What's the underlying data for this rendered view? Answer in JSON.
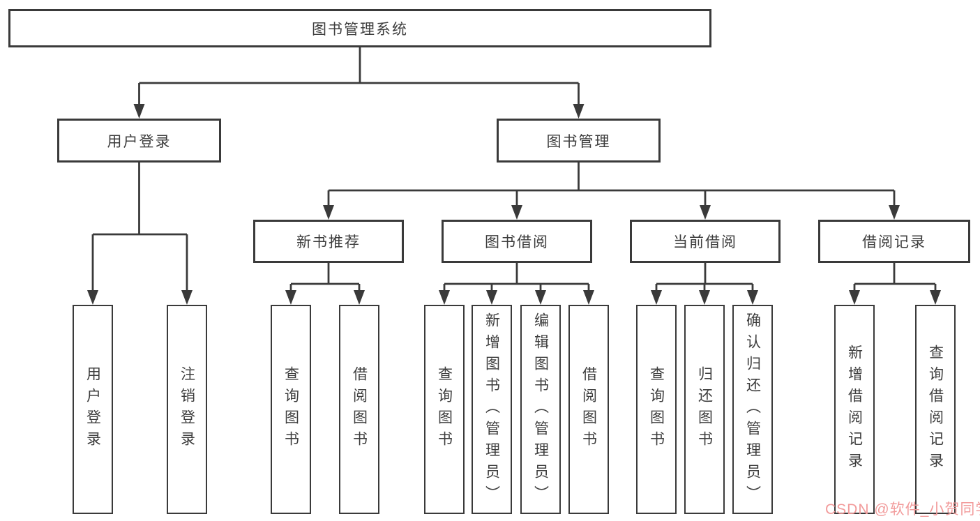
{
  "diagram": {
    "title": "图书管理系统",
    "nodes": [
      {
        "id": "root",
        "label": "图书管理系统",
        "level": 1,
        "parent": null
      },
      {
        "id": "user-login",
        "label": "用户登录",
        "level": 2,
        "parent": "root"
      },
      {
        "id": "book-mgmt",
        "label": "图书管理",
        "level": 2,
        "parent": "root"
      },
      {
        "id": "new-book-rec",
        "label": "新书推荐",
        "level": 3,
        "parent": "book-mgmt"
      },
      {
        "id": "book-borrow",
        "label": "图书借阅",
        "level": 3,
        "parent": "book-mgmt"
      },
      {
        "id": "current-borrow",
        "label": "当前借阅",
        "level": 3,
        "parent": "book-mgmt"
      },
      {
        "id": "borrow-record",
        "label": "借阅记录",
        "level": 3,
        "parent": "book-mgmt"
      },
      {
        "id": "leaf-user-login",
        "label": "用户登录",
        "level": 4,
        "parent": "user-login"
      },
      {
        "id": "leaf-logout",
        "label": "注销登录",
        "level": 4,
        "parent": "user-login"
      },
      {
        "id": "leaf-query-book-nbr",
        "label": "查询图书",
        "level": 4,
        "parent": "new-book-rec"
      },
      {
        "id": "leaf-borrow-book-nbr",
        "label": "借阅图书",
        "level": 4,
        "parent": "new-book-rec"
      },
      {
        "id": "leaf-query-book-bb",
        "label": "查询图书",
        "level": 4,
        "parent": "book-borrow"
      },
      {
        "id": "leaf-add-book",
        "label": "新增图书（管理员）",
        "level": 4,
        "parent": "book-borrow"
      },
      {
        "id": "leaf-edit-book",
        "label": "编辑图书（管理员）",
        "level": 4,
        "parent": "book-borrow"
      },
      {
        "id": "leaf-borrow-book-bb",
        "label": "借阅图书",
        "level": 4,
        "parent": "book-borrow"
      },
      {
        "id": "leaf-query-book-cb",
        "label": "查询图书",
        "level": 4,
        "parent": "current-borrow"
      },
      {
        "id": "leaf-return-book",
        "label": "归还图书",
        "level": 4,
        "parent": "current-borrow"
      },
      {
        "id": "leaf-confirm-return",
        "label": "确认归还（管理员）",
        "level": 4,
        "parent": "current-borrow"
      },
      {
        "id": "leaf-add-borrow-record",
        "label": "新增借阅记录",
        "level": 4,
        "parent": "borrow-record"
      },
      {
        "id": "leaf-query-borrow-record",
        "label": "查询借阅记录",
        "level": 4,
        "parent": "borrow-record"
      }
    ],
    "colors": {
      "line": "#3a3a3a",
      "box_border": "#3a3a3a",
      "text": "#3d3d3d",
      "background": "#ffffff",
      "watermark": "#f29b9b"
    }
  },
  "watermark": {
    "text": "CSDN @软件_小贺同学"
  }
}
